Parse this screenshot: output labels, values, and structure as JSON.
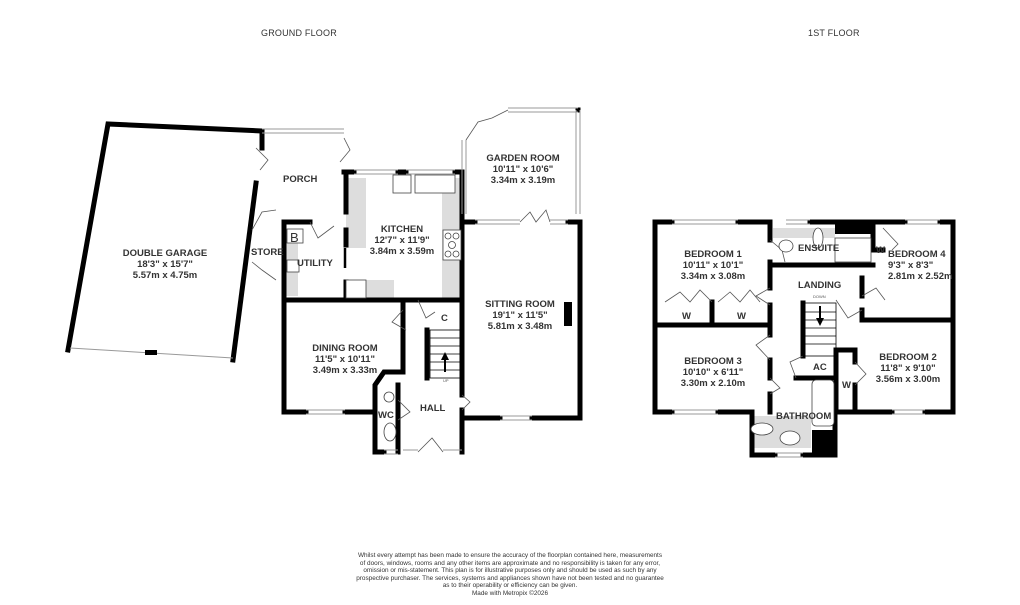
{
  "floors": {
    "ground": {
      "title": "GROUND FLOOR",
      "rooms": [
        {
          "id": "double-garage",
          "name": "DOUBLE GARAGE",
          "imperial": "18'3\"  x 15'7\"",
          "metric": "5.57m  x 4.75m"
        },
        {
          "id": "porch",
          "name": "PORCH"
        },
        {
          "id": "store",
          "name": "STORE"
        },
        {
          "id": "utility",
          "name": "UTILITY"
        },
        {
          "id": "kitchen",
          "name": "KITCHEN",
          "imperial": "12'7\"  x 11'9\"",
          "metric": "3.84m  x 3.59m"
        },
        {
          "id": "garden-room",
          "name": "GARDEN ROOM",
          "imperial": "10'11\"  x 10'6\"",
          "metric": "3.34m  x 3.19m"
        },
        {
          "id": "sitting-room",
          "name": "SITTING ROOM",
          "imperial": "19'1\"  x 11'5\"",
          "metric": "5.81m  x 3.48m"
        },
        {
          "id": "dining-room",
          "name": "DINING ROOM",
          "imperial": "11'5\"  x 10'11\"",
          "metric": "3.49m  x 3.33m"
        },
        {
          "id": "wc",
          "name": "WC"
        },
        {
          "id": "hall",
          "name": "HALL"
        },
        {
          "id": "cupboard",
          "name": "C"
        }
      ],
      "boiler_label": "B",
      "stairs_label": "UP"
    },
    "first": {
      "title": "1ST FLOOR",
      "rooms": [
        {
          "id": "bedroom-1",
          "name": "BEDROOM 1",
          "imperial": "10'11\"  x 10'1\"",
          "metric": "3.34m  x 3.08m"
        },
        {
          "id": "ensuite",
          "name": "ENSUITE"
        },
        {
          "id": "bedroom-4",
          "name": "BEDROOM 4",
          "imperial": "9'3\"  x 8'3\"",
          "metric": "2.81m  x 2.52m"
        },
        {
          "id": "landing",
          "name": "LANDING"
        },
        {
          "id": "bedroom-3",
          "name": "BEDROOM 3",
          "imperial": "10'10\"  x 6'11\"",
          "metric": "3.30m  x 2.10m"
        },
        {
          "id": "bedroom-2",
          "name": "BEDROOM 2",
          "imperial": "11'8\"  x 9'10\"",
          "metric": "3.56m  x 3.00m"
        },
        {
          "id": "bathroom",
          "name": "BATHROOM"
        },
        {
          "id": "airing-cupboard",
          "name": "AC"
        }
      ],
      "wardrobe_label": "W",
      "stairs_label": "DOWN"
    }
  },
  "disclaimer": {
    "lines": [
      "Whilst every attempt has been made to ensure the accuracy of the floorplan contained here, measurements",
      "of doors, windows, rooms and any other items are approximate and no responsibility is taken for any error,",
      "omission or mis-statement. This plan is for illustrative purposes only and should be used as such by any",
      "prospective purchaser. The services, systems and appliances shown have not been tested and no guarantee",
      "as to their operability or efficiency can be given."
    ],
    "credit": "Made with Metropix ©2026"
  }
}
